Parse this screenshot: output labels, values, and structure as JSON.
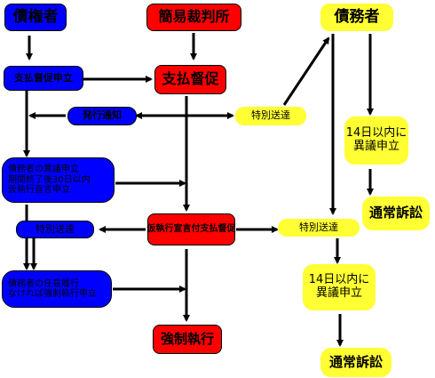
{
  "nodes": {
    "creditor": "債権者",
    "court": "簡易裁判所",
    "debtor": "債務者",
    "payment_application": "支払督促申立",
    "payment_order": "支払督促",
    "issue_notice": "発行通知",
    "special_delivery_1": "特別送達",
    "objection_14_top": [
      "14日以内に",
      "異議申立"
    ],
    "ordinary_suit_top": "通常訴訟",
    "provisional_application": [
      "債務者の異議申立",
      "期間終了後30日以内",
      "仮執行宣言申立"
    ],
    "provisional_order": "仮執行宣言付支払督促",
    "special_delivery_left": "特別送達",
    "special_delivery_right": "特別送達",
    "voluntary_enforcement": [
      "債務者の任意履行",
      "なければ強制執行申立"
    ],
    "objection_14_bottom": [
      "14日以内に",
      "異議申立"
    ],
    "compulsory_execution": "強制執行",
    "ordinary_suit_bottom": "通常訴訟"
  },
  "colors": {
    "creditor_side": "#0000ff",
    "court_side": "#ff0000",
    "debtor_side": "#ffff33",
    "arrow": "#000000"
  }
}
